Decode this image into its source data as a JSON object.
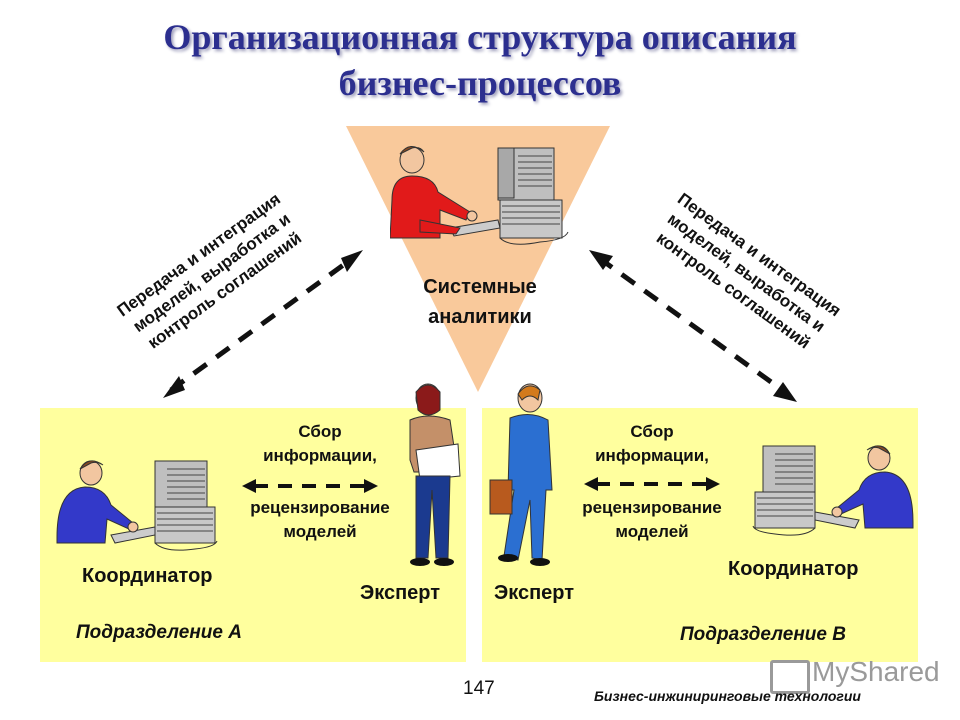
{
  "title": {
    "line1": "Организационная структура описания",
    "line2": "бизнес-процессов"
  },
  "center": {
    "role_line1": "Системные",
    "role_line2": "аналитики",
    "triangle_color": "#f9c99b"
  },
  "left_link": {
    "line1": "Передача и интеграция",
    "line2": "моделей, выработка и",
    "line3": "контроль соглашений"
  },
  "right_link": {
    "line1": "Передача и интеграция",
    "line2": "моделей, выработка и",
    "line3": "контроль соглашений"
  },
  "panel_a": {
    "name": "Подразделение А",
    "coordinator": "Координатор",
    "expert": "Эксперт",
    "exchange_line1": "Сбор",
    "exchange_line2": "информации,",
    "exchange_line3": "рецензирование",
    "exchange_line4": "моделей",
    "bg_color": "#ffff9e"
  },
  "panel_b": {
    "name": "Подразделение В",
    "coordinator": "Координатор",
    "expert": "Эксперт",
    "exchange_line1": "Сбор",
    "exchange_line2": "информации,",
    "exchange_line3": "рецензирование",
    "exchange_line4": "моделей",
    "bg_color": "#ffff9e"
  },
  "footer": {
    "page_number": "147",
    "course": "Бизнес-инжиниринговые технологии",
    "watermark": "MyShared"
  },
  "icons": [
    "analyst-at-computer-icon",
    "coordinator-at-computer-icon",
    "expert-standing-icon",
    "expert-walking-icon",
    "double-arrow-icon"
  ]
}
